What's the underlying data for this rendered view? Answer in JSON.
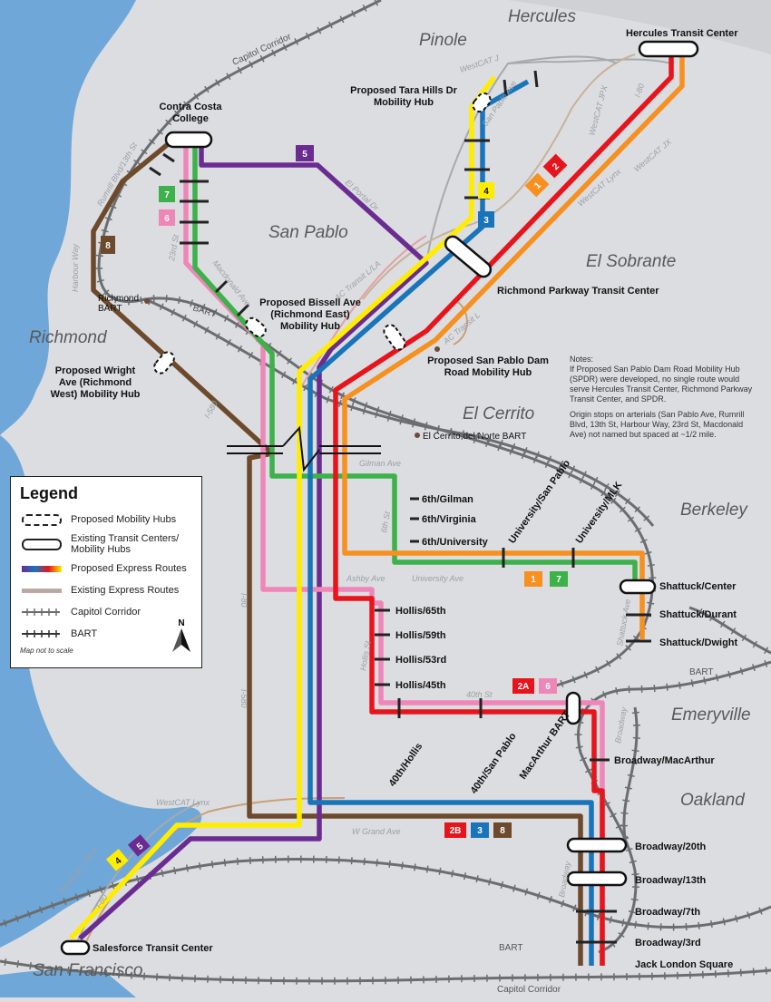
{
  "cities": [
    {
      "id": "hercules",
      "name": "Hercules"
    },
    {
      "id": "pinole",
      "name": "Pinole"
    },
    {
      "id": "san-pablo",
      "name": "San Pablo"
    },
    {
      "id": "el-sobrante",
      "name": "El Sobrante"
    },
    {
      "id": "richmond",
      "name": "Richmond"
    },
    {
      "id": "el-cerrito",
      "name": "El Cerrito"
    },
    {
      "id": "berkeley",
      "name": "Berkeley"
    },
    {
      "id": "emeryville",
      "name": "Emeryville"
    },
    {
      "id": "oakland",
      "name": "Oakland"
    },
    {
      "id": "san-francisco",
      "name": "San Francisco"
    }
  ],
  "hubs": {
    "hercules_tc": "Hercules Transit Center",
    "contra_costa": "Contra Costa College",
    "tara_hills": "Proposed Tara Hills Dr Mobility Hub",
    "bissell": "Proposed Bissell Ave (Richmond East) Mobility Hub",
    "richmond_parkway": "Richmond Parkway Transit Center",
    "spdr": "Proposed San Pablo Dam Road Mobility Hub",
    "wright": "Proposed Wright Ave (Richmond West) Mobility Hub",
    "richmond_bart": "Richmond BART",
    "el_cerrito_bart": "El Cerrito del Norte BART",
    "salesforce": "Salesforce Transit Center"
  },
  "stops": {
    "gilman": "6th/Gilman",
    "virginia": "6th/Virginia",
    "university6": "6th/University",
    "univ_sanpablo": "University/San Pablo",
    "univ_mlk": "University/MLK",
    "shattuck_center": "Shattuck/Center",
    "shattuck_durant": "Shattuck/Durant",
    "shattuck_dwight": "Shattuck/Dwight",
    "hollis65": "Hollis/65th",
    "hollis59": "Hollis/59th",
    "hollis53": "Hollis/53rd",
    "hollis45": "Hollis/45th",
    "h40_hollis": "40th/Hollis",
    "h40_sanpablo": "40th/San Pablo",
    "macarthur_bart": "MacArthur BART",
    "bway_macarthur": "Broadway/MacArthur",
    "bway20": "Broadway/20th",
    "bway13": "Broadway/13th",
    "bway7": "Broadway/7th",
    "bway3": "Broadway/3rd",
    "jack_london": "Jack London Square"
  },
  "streets": {
    "westcat_j": "WestCAT J",
    "san_pablo_ave": "San Pablo Ave",
    "westcat_jpx": "WestCAT JPX",
    "i80_n": "I-80",
    "westcat_jx": "WestCAT JX",
    "westcat_lynx_n": "WestCAT Lynx",
    "el_portal": "El Portal Dr",
    "ac_lalu": "AC Transit L/LA",
    "ac_l": "AC Transit L",
    "rumrill": "Rumrill Blvd/13th St",
    "harbour": "Harbour Way",
    "st23": "23rd St",
    "macdonald": "Macdonald Ave",
    "i580_n": "I-580",
    "gilman_ave": "Gilman Ave",
    "sixth_st": "6th St",
    "ashby": "Ashby Ave",
    "university_ave": "University Ave",
    "shattuck_ave": "Shattuck Ave",
    "hollis_st": "Hollis St",
    "forty_st": "40th St",
    "broadway_n": "Broadway",
    "i80_s": "I-80",
    "i580_s": "I-580",
    "w_grand": "W Grand Ave",
    "westcat_lynx_s": "WestCAT Lynx",
    "transbay": "Transbay - B/LA",
    "i80_sf": "I-80",
    "broadway_s": "Broadway"
  },
  "rail": {
    "capitol_n": "Capitol Corridor",
    "bart_rich": "BART",
    "bart_berkeley": "BART",
    "bart_sf": "BART",
    "capitol_s": "Capitol Corridor"
  },
  "badges": {
    "r5": "5",
    "r1": "1",
    "r2": "2",
    "r4": "4",
    "r3": "3",
    "r7": "7",
    "r6": "6",
    "r8": "8",
    "b1": "1",
    "b7": "7",
    "b2a": "2A",
    "b6": "6",
    "b2b": "2B",
    "b3": "3",
    "b8": "8",
    "sf4": "4",
    "sf5": "5"
  },
  "notes": {
    "title": "Notes:",
    "p1": "If Proposed San Pablo Dam Road Mobility Hub (SPDR) were developed, no single route would serve Hercules Transit Center, Richmond Parkway Transit Center, and SPDR.",
    "p2": "Origin stops on arterials (San Pablo Ave, Rumrill Blvd, 13th St, Harbour Way, 23rd St, Macdonald Ave) not named but spaced at ~1/2 mile."
  },
  "legend": {
    "title": "Legend",
    "items": [
      "Proposed Mobility Hubs",
      "Existing Transit Centers/ Mobility Hubs",
      "Proposed Express Routes",
      "Existing Express Routes",
      "Capitol Corridor",
      "BART"
    ],
    "note": "Map not to scale",
    "north": "N"
  },
  "colors": {
    "red": "#e8141c",
    "orange": "#f7901e",
    "yellow": "#ffed00",
    "blue": "#1874bb",
    "purple": "#6a2c91",
    "green": "#3db14a",
    "pink": "#ef86b8",
    "brown": "#6d4a2c",
    "water": "#6fa8d8",
    "land": "#dcdde0",
    "rail": "#6b6e70"
  }
}
